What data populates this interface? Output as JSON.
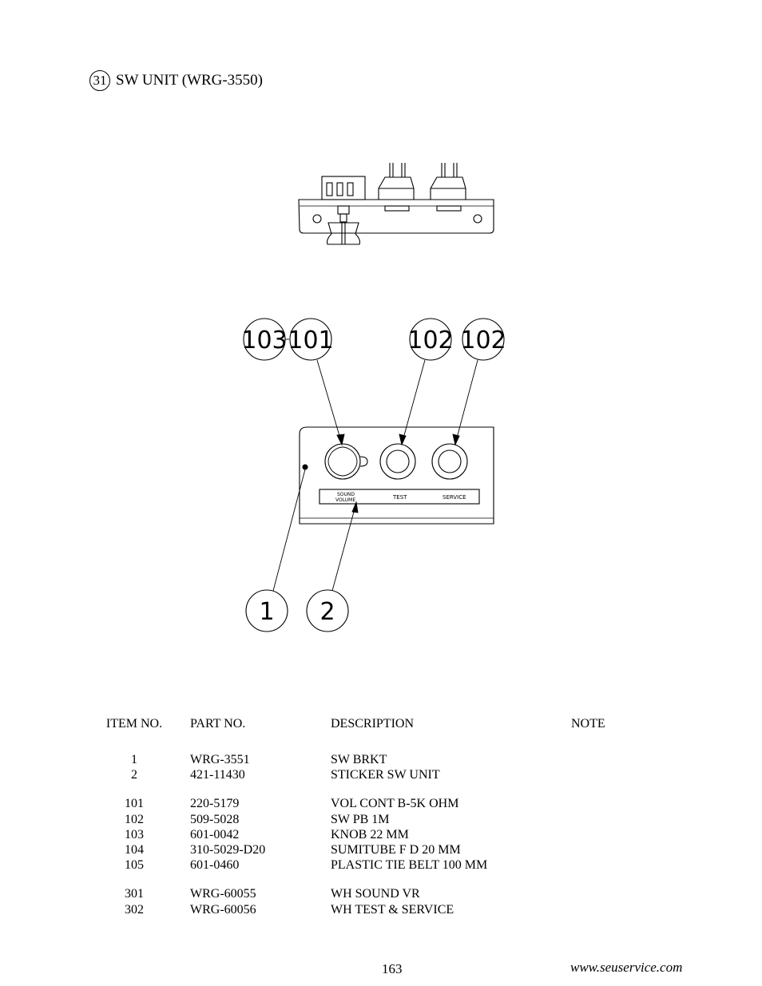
{
  "section": {
    "number": "31",
    "title": "SW UNIT (WRG-3550)"
  },
  "callouts": [
    "103",
    "101",
    "102",
    "102",
    "1",
    "2"
  ],
  "sticker": {
    "sound": "SOUND",
    "volume": "VOLUME",
    "test": "TEST",
    "service": "SERVICE"
  },
  "table": {
    "headers": {
      "item": "ITEM NO.",
      "part": "PART NO.",
      "description": "DESCRIPTION",
      "note": "NOTE"
    },
    "groups": [
      [
        {
          "item": "1",
          "part": "WRG-3551",
          "description": "SW BRKT"
        },
        {
          "item": "2",
          "part": "421-11430",
          "description": "STICKER SW UNIT"
        }
      ],
      [
        {
          "item": "101",
          "part": "220-5179",
          "description": "VOL CONT B-5K OHM"
        },
        {
          "item": "102",
          "part": "509-5028",
          "description": "SW PB 1M"
        },
        {
          "item": "103",
          "part": "601-0042",
          "description": "KNOB 22 MM"
        },
        {
          "item": "104",
          "part": "310-5029-D20",
          "description": "SUMITUBE F D 20 MM"
        },
        {
          "item": "105",
          "part": "601-0460",
          "description": "PLASTIC TIE BELT 100 MM"
        }
      ],
      [
        {
          "item": "301",
          "part": "WRG-60055",
          "description": "WH SOUND VR"
        },
        {
          "item": "302",
          "part": "WRG-60056",
          "description": "WH TEST & SERVICE"
        }
      ]
    ]
  },
  "footer": {
    "page_number": "163",
    "website": "www.seuservice.com"
  }
}
